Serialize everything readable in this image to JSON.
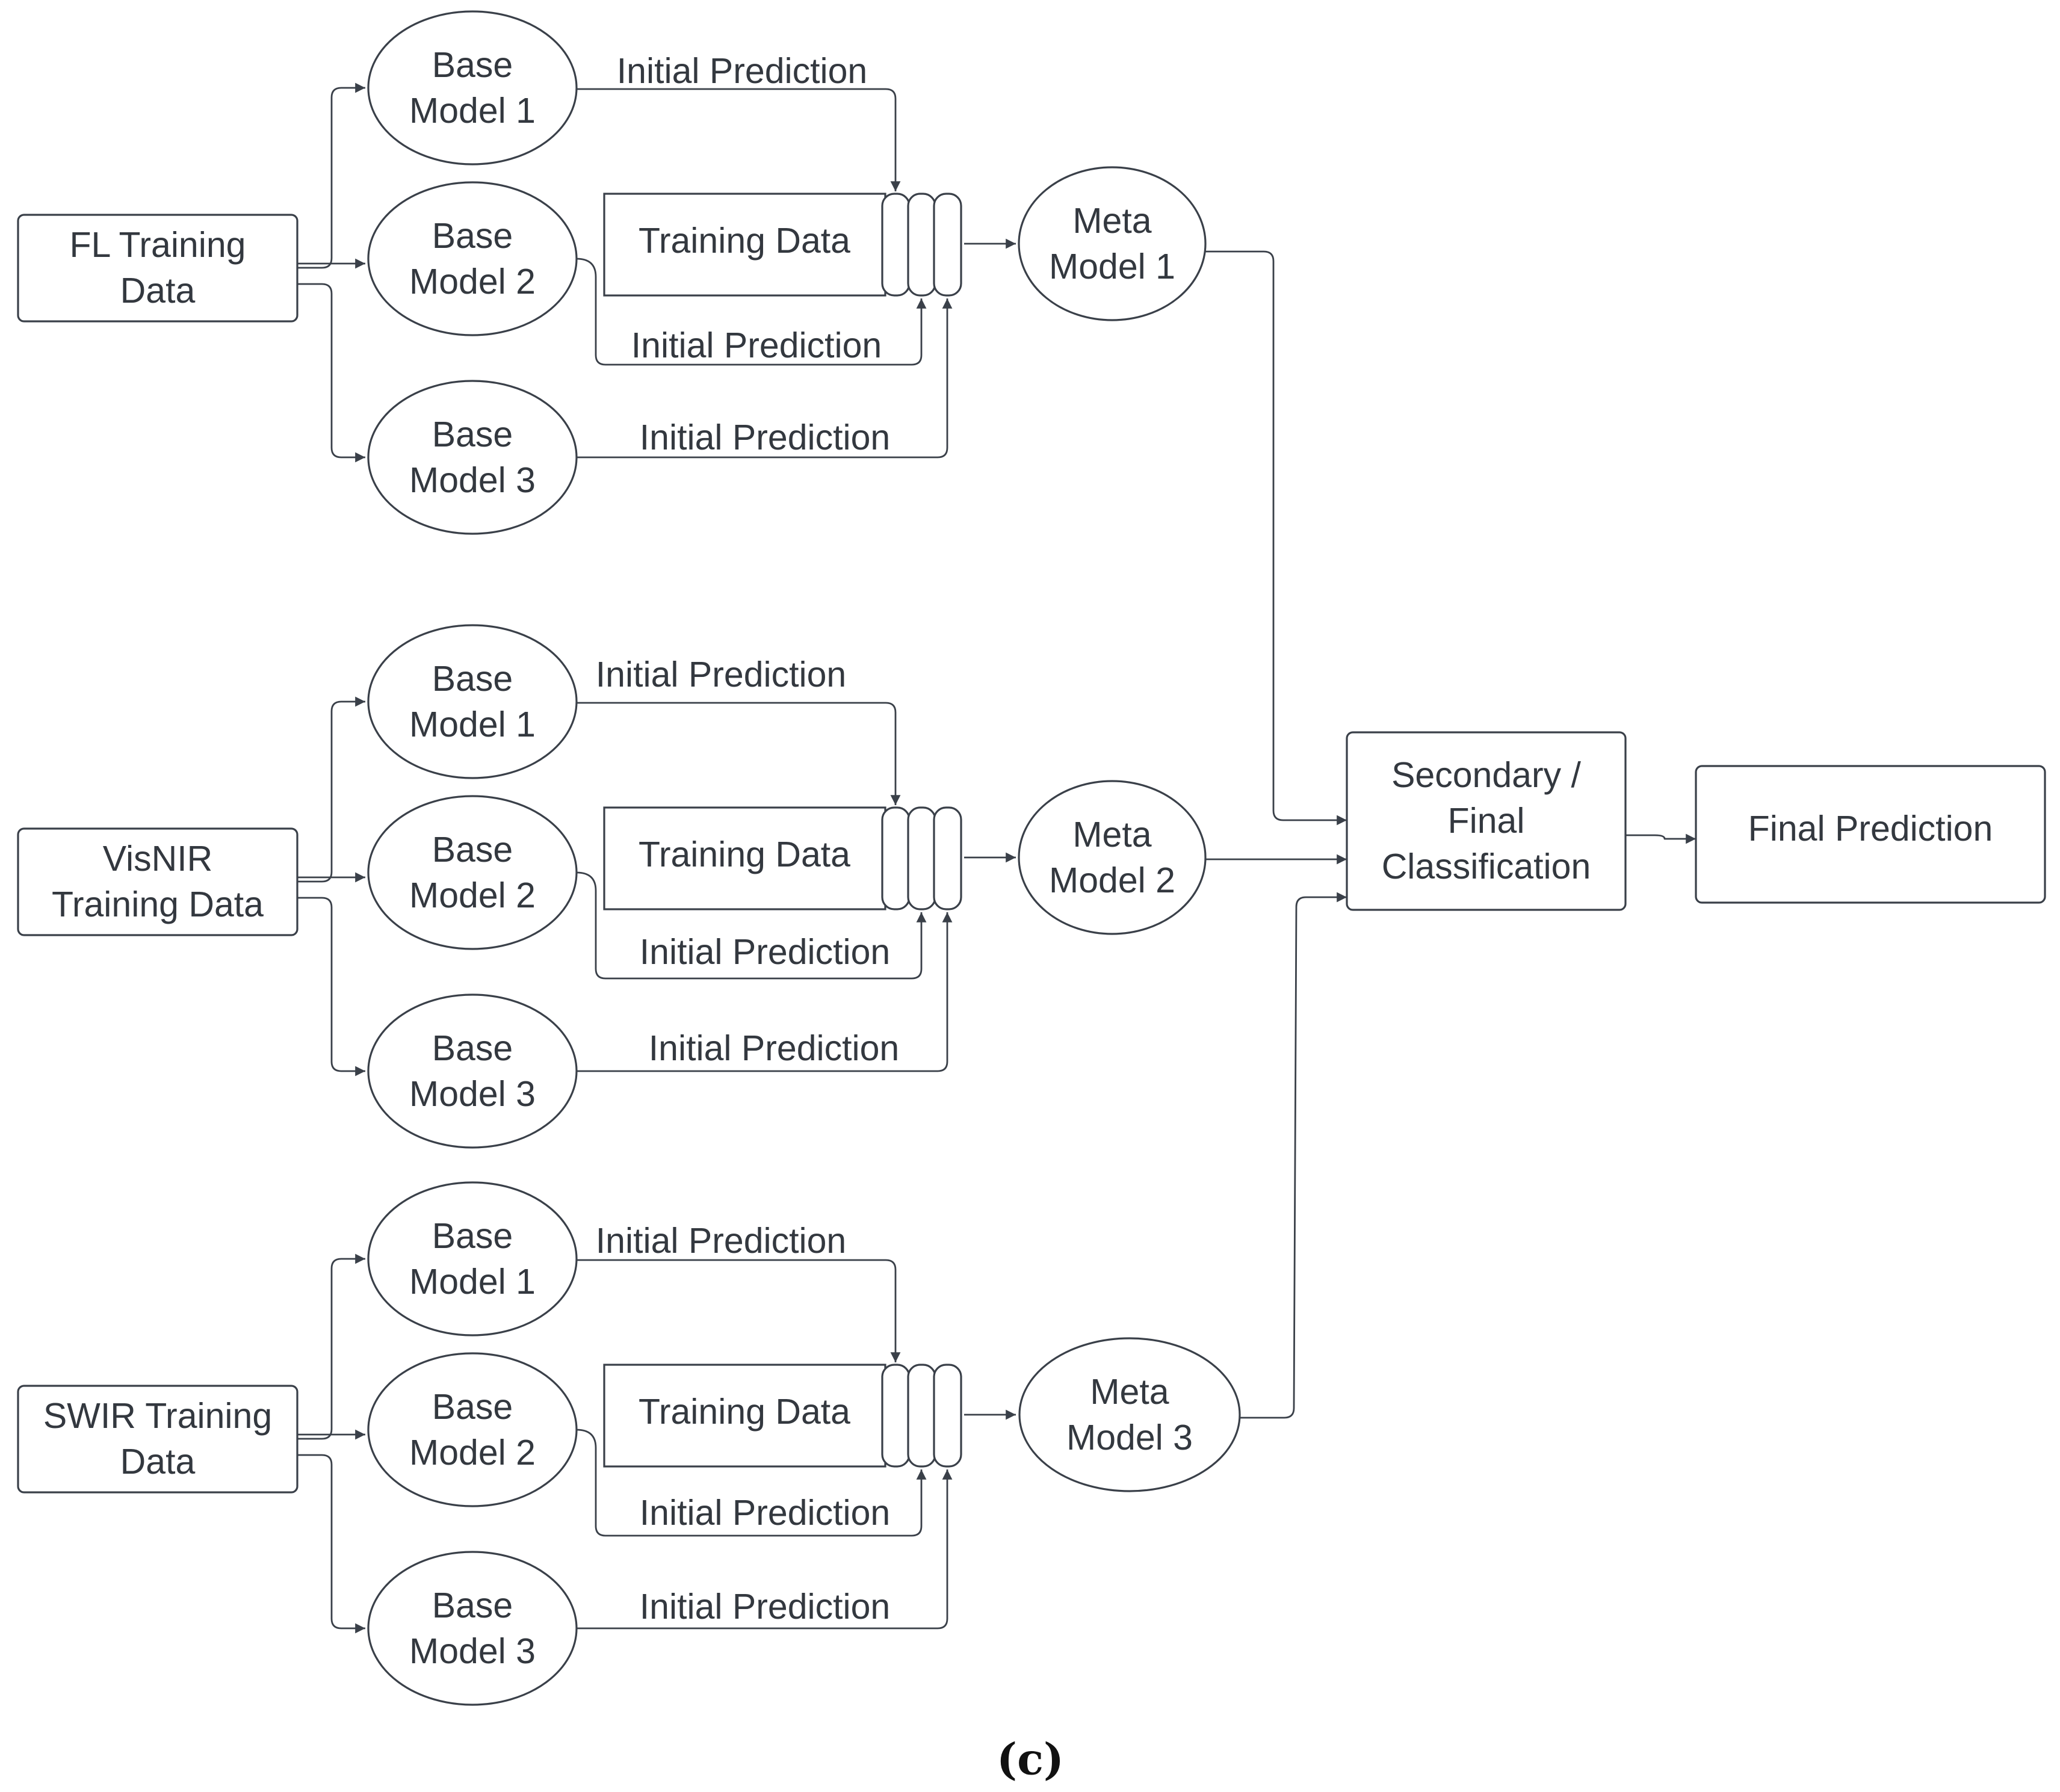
{
  "diagram": {
    "sources": [
      {
        "id": "fl",
        "lines": [
          "FL Training",
          "Data"
        ]
      },
      {
        "id": "visnir",
        "lines": [
          "VisNIR",
          "Training Data"
        ]
      },
      {
        "id": "swir",
        "lines": [
          "SWIR Training",
          "Data"
        ]
      }
    ],
    "base_model_lines": [
      [
        "Base",
        "Model 1"
      ],
      [
        "Base",
        "Model 2"
      ],
      [
        "Base",
        "Model 3"
      ]
    ],
    "training_data_label": "Training Data",
    "initial_prediction_label": "Initial Prediction",
    "meta_models": [
      [
        "Meta",
        "Model 1"
      ],
      [
        "Meta",
        "Model 2"
      ],
      [
        "Meta",
        "Model 3"
      ]
    ],
    "secondary_lines": [
      "Secondary /",
      "Final",
      "Classification"
    ],
    "final_prediction": "Final Prediction",
    "caption": "(c)"
  }
}
